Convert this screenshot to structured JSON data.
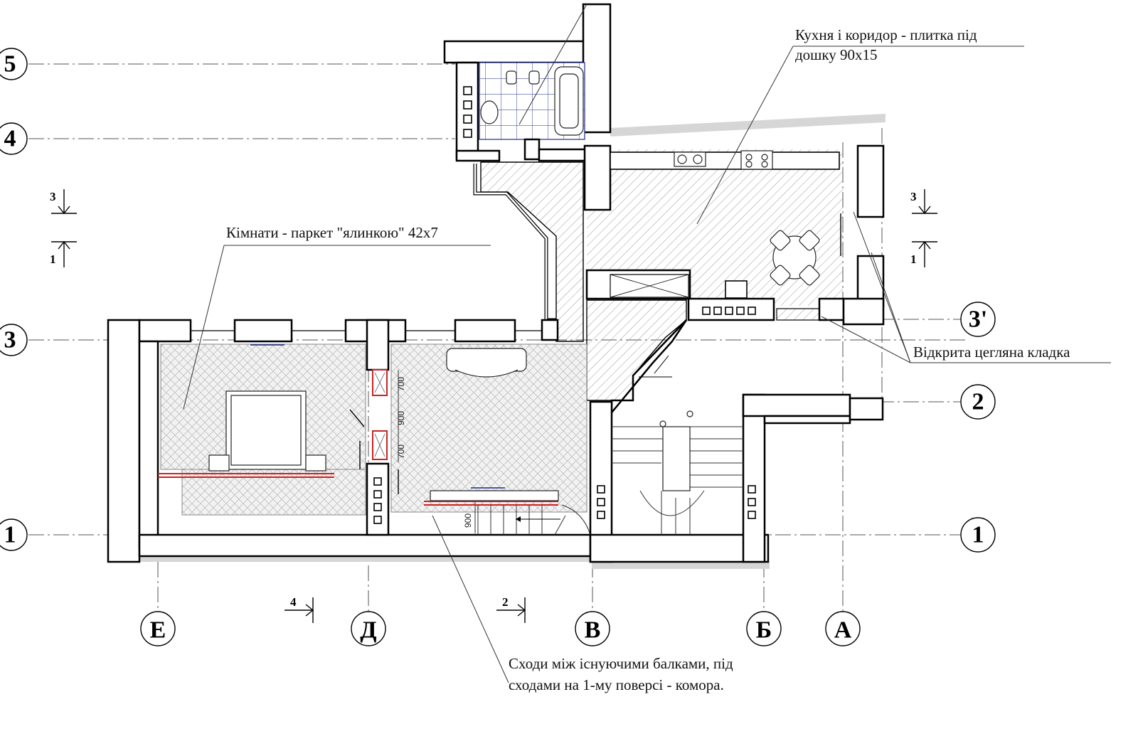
{
  "axes": {
    "rows": [
      "5",
      "4",
      "3",
      "1"
    ],
    "row_right": [
      "3'",
      "2",
      "1"
    ],
    "columns": [
      "Е",
      "Д",
      "В",
      "Б",
      "А"
    ]
  },
  "notes": {
    "kitchen_line1": "Кухня і коридор - плитка під",
    "kitchen_line2": "дошку 90х15",
    "rooms": "Кімнати - паркет \"ялинкою\" 42х7",
    "brick": "Відкрита цегляна кладка",
    "stairs_line1": "Сходи між існуючими балками, під",
    "stairs_line2": "сходами на 1-му поверсі - комора."
  },
  "sections": {
    "left_top": "3",
    "left_bottom": "1",
    "right_top": "3",
    "right_bottom": "1",
    "bottom_left": "4",
    "bottom_mid": "2"
  },
  "dimensions": {
    "d1": "700",
    "d2": "900",
    "d3": "700",
    "d4": "900"
  },
  "colors": {
    "walls": "#000000",
    "hatch": "#9a9a9a",
    "parquet": "#bdbdbd",
    "tile_grid": "#1b2a8a",
    "partitions": "#cc2222"
  }
}
